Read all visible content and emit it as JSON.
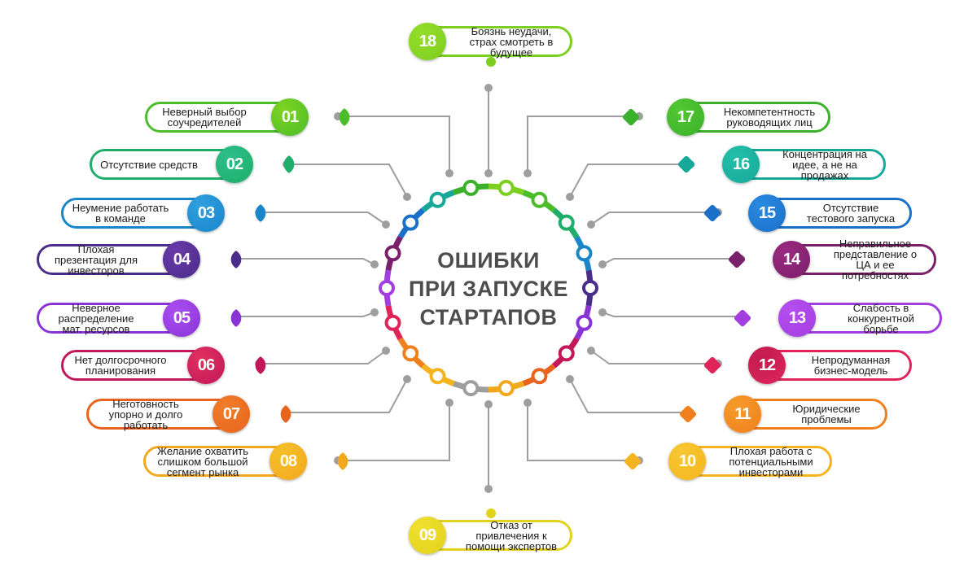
{
  "title_lines": [
    "ОШИБКИ",
    "ПРИ ЗАПУСКЕ",
    "СТАРТАПОВ"
  ],
  "items": [
    {
      "num": "01",
      "text": "Неверный выбор соучредителей",
      "color": "#4bbd2a",
      "color2": "#7ed321"
    },
    {
      "num": "02",
      "text": "Отсутствие средств",
      "color": "#1fae6a",
      "color2": "#2bbf8a"
    },
    {
      "num": "03",
      "text": "Неумение работать в команде",
      "color": "#1a86c9",
      "color2": "#2ea0e0"
    },
    {
      "num": "04",
      "text": "Плохая презентация для инвесторов",
      "color": "#4a2c8a",
      "color2": "#6a3aa8"
    },
    {
      "num": "05",
      "text": "Неверное распределение мат. ресурсов",
      "color": "#8a34d6",
      "color2": "#a94ef0"
    },
    {
      "num": "06",
      "text": "Нет долгосрочного планирования",
      "color": "#c2185b",
      "color2": "#e0305f"
    },
    {
      "num": "07",
      "text": "Неготовность упорно и долго работать",
      "color": "#e8641e",
      "color2": "#f07d2a"
    },
    {
      "num": "08",
      "text": "Желание охватить слишком большой сегмент рынка",
      "color": "#f2a81d",
      "color2": "#f6c02a"
    },
    {
      "num": "09",
      "text": "Отказ от привлечения к помощи экспертов",
      "color": "#e2d21c",
      "color2": "#f0e030"
    },
    {
      "num": "10",
      "text": "Плохая работа с потенциальными инвесторами",
      "color": "#f4b41e",
      "color2": "#f8c832"
    },
    {
      "num": "11",
      "text": "Юридические проблемы",
      "color": "#f0801e",
      "color2": "#f59a2a"
    },
    {
      "num": "12",
      "text": "Непродуманная бизнес-модель",
      "color": "#e0245a",
      "color2": "#c01c50"
    },
    {
      "num": "13",
      "text": "Слабость в конкурентной борьбе",
      "color": "#a23ee0",
      "color2": "#b64ef0"
    },
    {
      "num": "14",
      "text": "Неправильное представление о ЦА и ее потребностях",
      "color": "#7a1f6a",
      "color2": "#9a2a80"
    },
    {
      "num": "15",
      "text": "Отсутствие тестового запуска",
      "color": "#1a6fc9",
      "color2": "#2a8ae0"
    },
    {
      "num": "16",
      "text": "Концентрация на идее, а не на продажах",
      "color": "#17a89a",
      "color2": "#22c0a8"
    },
    {
      "num": "17",
      "text": "Некомпетентность руководящих лиц",
      "color": "#3bb02a",
      "color2": "#52c832"
    },
    {
      "num": "18",
      "text": "Боязнь неудачи, страх смотреть в будущее",
      "color": "#7ccf1f",
      "color2": "#96dc2a"
    }
  ],
  "colors": {
    "connector": "#9e9e9e",
    "title": "#4d4d4d"
  }
}
